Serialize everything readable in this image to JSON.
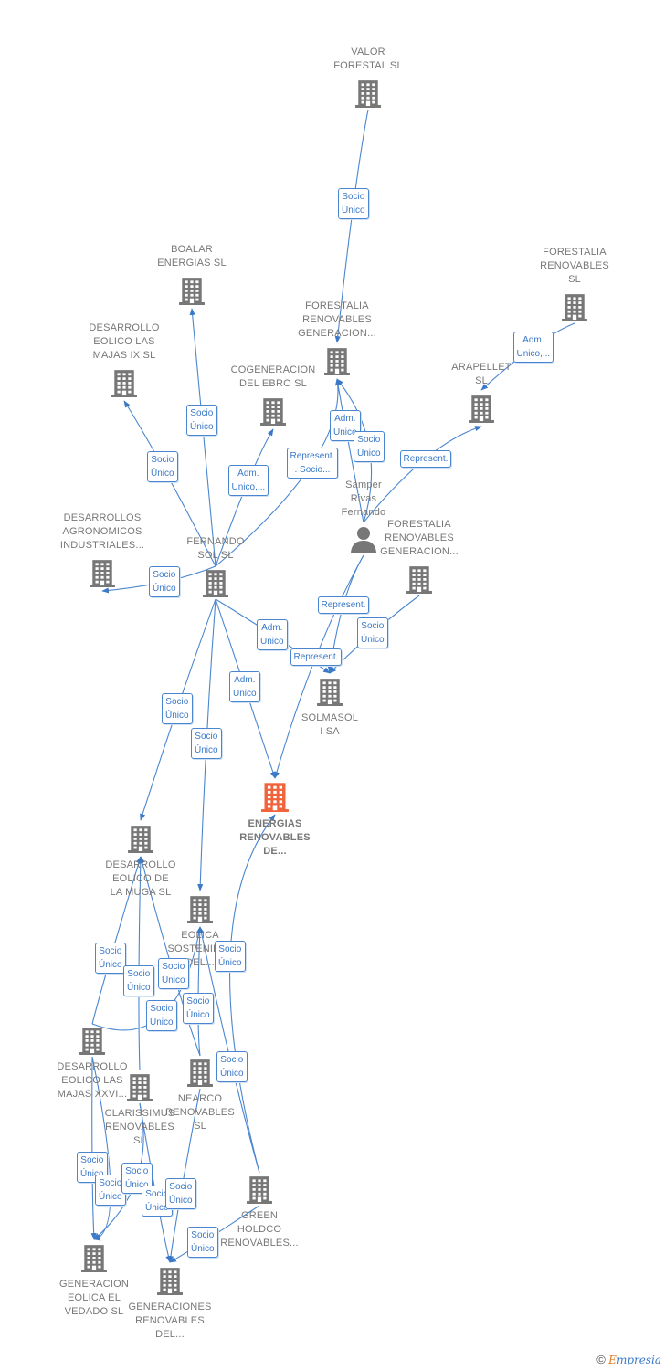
{
  "colors": {
    "node": "#777777",
    "focus": "#f0643c",
    "edge": "#4a86d0",
    "label_text": "#3a78c8"
  },
  "nodes": [
    {
      "id": "valor",
      "label": "VALOR\nFORESTAL SL",
      "type": "company"
    },
    {
      "id": "forestalia_rsl",
      "label": "FORESTALIA\nRENOVABLES\nSL",
      "type": "company"
    },
    {
      "id": "boalar",
      "label": "BOALAR\nENERGIAS  SL",
      "type": "company"
    },
    {
      "id": "frg1",
      "label": "FORESTALIA\nRENOVABLES\nGENERACION...",
      "type": "company"
    },
    {
      "id": "majas9",
      "label": "DESARROLLO\nEOLICO LAS\nMAJAS IX  SL",
      "type": "company"
    },
    {
      "id": "cogeneracion",
      "label": "COGENERACION\nDEL EBRO  SL",
      "type": "company"
    },
    {
      "id": "arapellet",
      "label": "ARAPELLET\nSL",
      "type": "company"
    },
    {
      "id": "samper",
      "label": "Samper\nRivas\nFernando",
      "type": "person"
    },
    {
      "id": "agronomicos",
      "label": "DESARROLLOS\nAGRONOMICOS\nINDUSTRIALES...",
      "type": "company"
    },
    {
      "id": "fernando",
      "label": "FERNANDO\nSOL SL",
      "type": "company"
    },
    {
      "id": "frg2",
      "label": "FORESTALIA\nRENOVABLES\nGENERACION...",
      "type": "company"
    },
    {
      "id": "solmasol",
      "label": "SOLMASOL\nI SA",
      "type": "company"
    },
    {
      "id": "energias",
      "label": "ENERGIAS\nRENOVABLES\nDE...",
      "type": "focus"
    },
    {
      "id": "muga",
      "label": "DESARROLLO\nEOLICO DE\nLA MUGA SL",
      "type": "company"
    },
    {
      "id": "eolica",
      "label": "EOLICA\nSOSTENIBLE\nDEL...",
      "type": "company"
    },
    {
      "id": "majas26",
      "label": "DESARROLLO\nEOLICO LAS\nMAJAS XXVI...",
      "type": "company"
    },
    {
      "id": "clarissimus",
      "label": "CLARISSIMUS\nRENOVABLES\nSL",
      "type": "company"
    },
    {
      "id": "nearco",
      "label": "NEARCO\nRENOVABLES\nSL",
      "type": "company"
    },
    {
      "id": "green",
      "label": "GREEN\nHOLDCO\nRENOVABLES...",
      "type": "company"
    },
    {
      "id": "vedado",
      "label": "GENERACION\nEOLICA EL\nVEDADO SL",
      "type": "company"
    },
    {
      "id": "generaciones",
      "label": "GENERACIONES\nRENOVABLES\nDEL...",
      "type": "company"
    }
  ],
  "edges": [
    {
      "from": "valor",
      "to": "frg1",
      "label": "Socio\nÚnico"
    },
    {
      "from": "forestalia_rsl",
      "to": "arapellet",
      "label": "Adm.\nUnico,..."
    },
    {
      "from": "fernando",
      "to": "boalar",
      "label": "Socio\nÚnico"
    },
    {
      "from": "fernando",
      "to": "majas9",
      "label": "Socio\nÚnico"
    },
    {
      "from": "fernando",
      "to": "cogeneracion",
      "label": "Adm.\nUnico,..."
    },
    {
      "from": "fernando",
      "to": "frg1",
      "label": "Represent.\n. Socio..."
    },
    {
      "from": "samper",
      "to": "frg1",
      "label": "Adm.\nUnico"
    },
    {
      "from": "samper",
      "to": "frg1",
      "label": "Socio\nÚnico"
    },
    {
      "from": "samper",
      "to": "arapellet",
      "label": "Represent."
    },
    {
      "from": "fernando",
      "to": "agronomicos",
      "label": "Socio\nÚnico"
    },
    {
      "from": "samper",
      "to": "solmasol",
      "label": "Represent."
    },
    {
      "from": "frg2",
      "to": "solmasol",
      "label": "Socio\nÚnico"
    },
    {
      "from": "fernando",
      "to": "solmasol",
      "label": "Adm.\nUnico"
    },
    {
      "from": "fernando",
      "to": "energias",
      "label": "Adm.\nUnico"
    },
    {
      "from": "samper",
      "to": "energias",
      "label": "Represent."
    },
    {
      "from": "fernando",
      "to": "muga",
      "label": "Socio\nÚnico"
    },
    {
      "from": "fernando",
      "to": "eolica",
      "label": "Socio\nÚnico"
    },
    {
      "from": "green",
      "to": "energias",
      "label": "Socio\nÚnico"
    },
    {
      "from": "majas26",
      "to": "muga",
      "label": "Socio\nÚnico"
    },
    {
      "from": "clarissimus",
      "to": "muga",
      "label": "Socio\nÚnico"
    },
    {
      "from": "nearco",
      "to": "muga",
      "label": "Socio\nÚnico"
    },
    {
      "from": "majas26",
      "to": "eolica",
      "label": "Socio\nÚnico"
    },
    {
      "from": "nearco",
      "to": "eolica",
      "label": "Socio\nÚnico"
    },
    {
      "from": "green",
      "to": "eolica",
      "label": "Socio\nÚnico"
    },
    {
      "from": "majas26",
      "to": "vedado",
      "label": "Socio\nÚnico"
    },
    {
      "from": "majas26",
      "to": "vedado",
      "label": "Socio\nÚnico"
    },
    {
      "from": "clarissimus",
      "to": "vedado",
      "label": "Socio\nÚnico"
    },
    {
      "from": "clarissimus",
      "to": "generaciones",
      "label": "Socio\nÚnico"
    },
    {
      "from": "nearco",
      "to": "generaciones",
      "label": "Socio\nÚnico"
    },
    {
      "from": "green",
      "to": "generaciones",
      "label": "Socio\nÚnico"
    }
  ],
  "brand": {
    "copyright": "©",
    "name_first": "E",
    "name_rest": "mpresia"
  }
}
